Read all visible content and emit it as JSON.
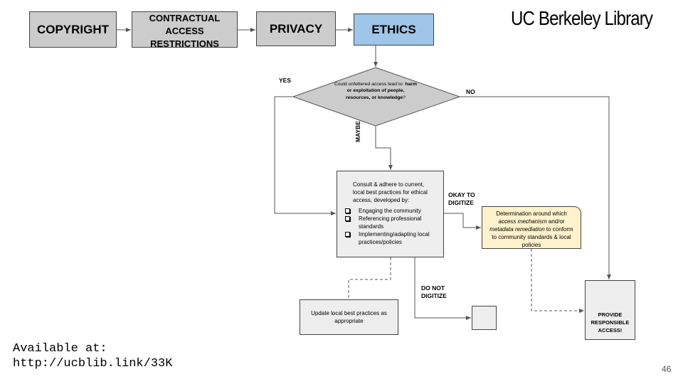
{
  "stages": [
    "COPYRIGHT",
    "CONTRACTUAL ACCESS RESTRICTIONS",
    "PRIVACY",
    "ETHICS"
  ],
  "logo": "UC Berkeley Library",
  "decision": {
    "pre": "Could unfettered access lead to: ",
    "bold": "harm or exploitation of people, resources, or knowledge",
    "post": "?"
  },
  "edge_labels": {
    "yes": "YES",
    "no": "NO",
    "maybe": "MAYBE",
    "okay_to_digitize": "OKAY TO DIGITIZE",
    "do_not_digitize": "DO NOT DIGITIZE"
  },
  "consult": {
    "intro": "Consult & adhere to current, local best practices for ethical access, developed by:",
    "items": [
      "Engaging the community",
      "Referencing  professional standards",
      "Implementing/adapting local practices/policies"
    ]
  },
  "determination": {
    "pre": "Determination around which ",
    "italic1": "access mechanism",
    "mid": " and/or ",
    "italic2": "metadata remediation",
    "post": " to conform to community standards & local policies"
  },
  "update_box": "Update local best practices as appropriate",
  "provide": "PROVIDE RESPONSIBLE ACCESS!",
  "footer": {
    "line1": "Available at:",
    "line2": "http://ucblib.link/33K"
  },
  "page_number": "46",
  "colors": {
    "stage_gray": "#cccccc",
    "ethics_blue": "#9fc5e8",
    "determination_yellow": "#fff2cc",
    "stop_red": "#e06666",
    "go_green": "#00ff00"
  }
}
